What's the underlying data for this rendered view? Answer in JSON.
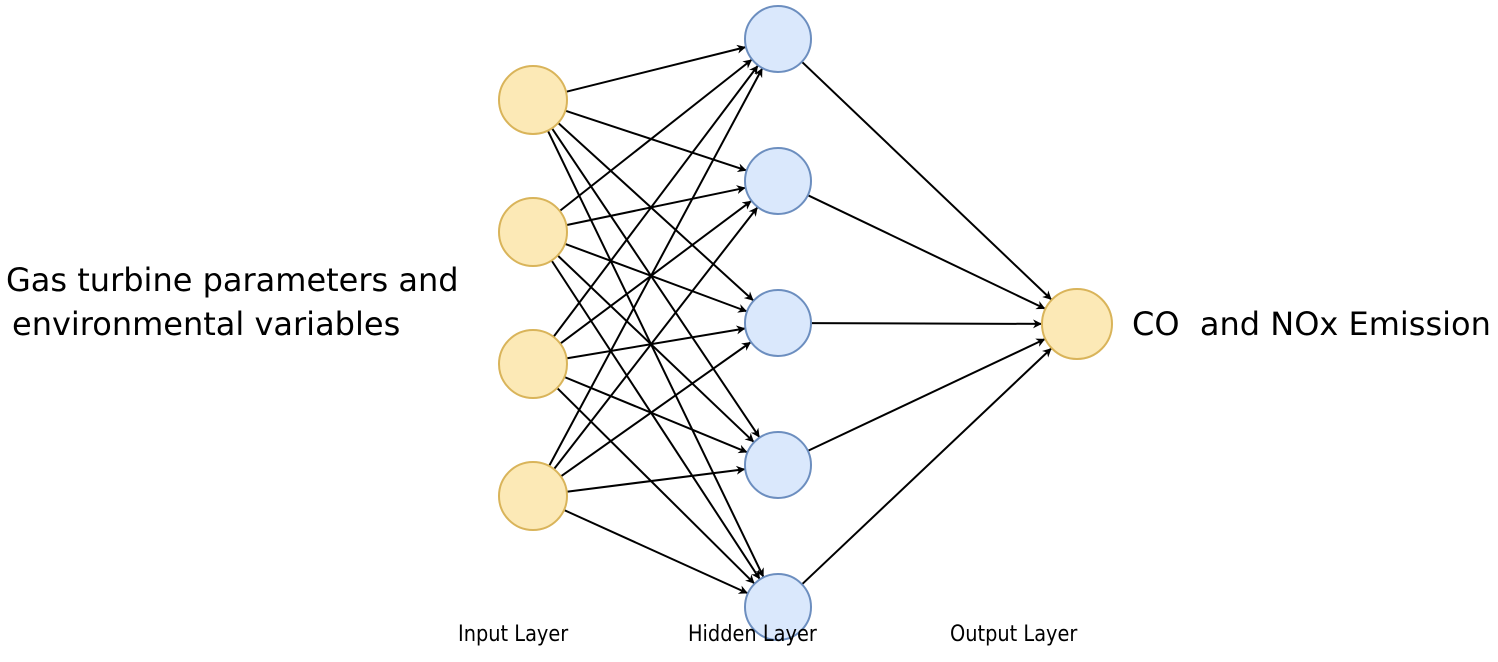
{
  "input_caption": {
    "line1": "Gas turbine parameters and",
    "line2": "environmental variables"
  },
  "output_caption": "CO  and NOx Emission",
  "layer_labels": {
    "input": "Input Layer",
    "hidden": "Hidden Layer",
    "output": "Output Layer"
  },
  "network": {
    "input_nodes": 4,
    "hidden_nodes": 5,
    "output_nodes": 1
  },
  "colors": {
    "input_fill": "#fce9b6",
    "input_stroke": "#d9b45a",
    "hidden_fill": "#dae8fc",
    "hidden_stroke": "#6c8ebf",
    "output_fill": "#fce9b6",
    "output_stroke": "#d9b45a",
    "edge": "#000000"
  }
}
